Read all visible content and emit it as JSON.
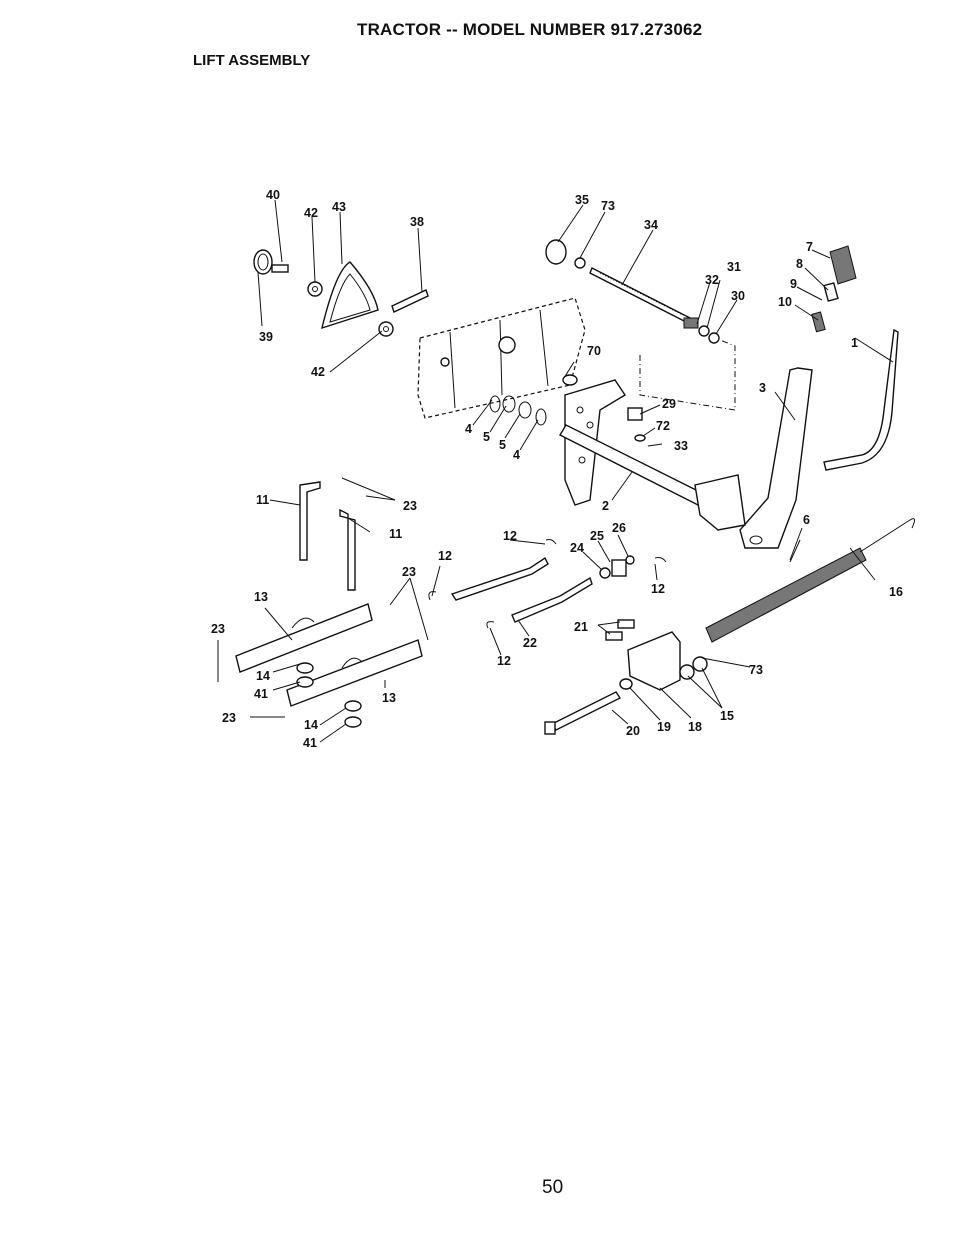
{
  "header": {
    "title": "TRACTOR -- MODEL NUMBER 917.273062",
    "subtitle": "LIFT ASSEMBLY"
  },
  "footer": {
    "page_number": "50"
  },
  "diagram": {
    "labels": [
      "40",
      "42",
      "43",
      "38",
      "39",
      "42",
      "35",
      "73",
      "34",
      "7",
      "8",
      "9",
      "10",
      "31",
      "32",
      "30",
      "1",
      "70",
      "3",
      "29",
      "72",
      "33",
      "4",
      "5",
      "5",
      "4",
      "2",
      "6",
      "11",
      "23",
      "11",
      "12",
      "25",
      "26",
      "24",
      "12",
      "12",
      "23",
      "13",
      "23",
      "14",
      "41",
      "12",
      "22",
      "21",
      "73",
      "16",
      "13",
      "23",
      "14",
      "41",
      "20",
      "19",
      "18",
      "15"
    ]
  }
}
